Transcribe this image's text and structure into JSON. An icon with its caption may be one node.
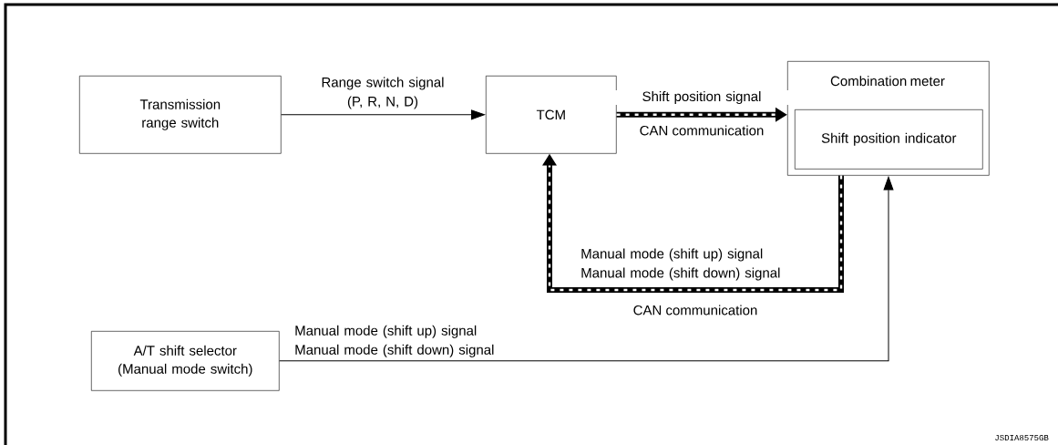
{
  "diagram": {
    "nodes": [
      {
        "text": [
          "Transmission range switch"
        ]
      },
      {
        "text": [
          "TCM"
        ]
      },
      {
        "text": [
          "Combination meter"
        ]
      },
      {
        "text": [
          "Shift position indicator"
        ],
        "in": 2
      },
      {
        "text": [
          "A/T shift selector (Manual mode switch)"
        ]
      }
    ],
    "edges": [
      {
        "from": 0,
        "to": 1,
        "arrow": "to",
        "label": "Range switch signal (P, R, N, D)"
      },
      {
        "from": 1,
        "to": 2,
        "arrow": "to",
        "style": "thick",
        "label": "Shift position signal"
      },
      {
        "from": 2,
        "to": 1,
        "arrow": "to",
        "style": "thick",
        "label": "Manual mode (shift up) signal Manual mode (shift down) signal"
      },
      {
        "from": 4,
        "to": 2,
        "arrow": "to",
        "label": "Manual mode (shift up) signal Manual mode (shift down) signal"
      }
    ],
    "labels": [
      "CAN communication",
      "CAN communication",
      "JSDIA8575GB"
    ]
  }
}
